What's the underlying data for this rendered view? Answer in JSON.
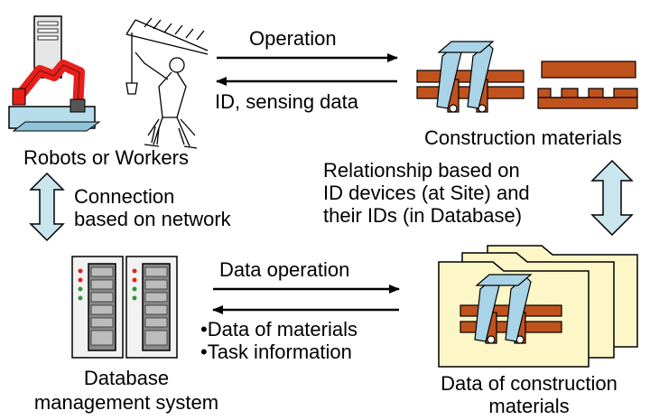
{
  "nodes": {
    "robots": {
      "label": "Robots or Workers"
    },
    "materials": {
      "label": "Construction materials"
    },
    "database": {
      "label_line1": "Database",
      "label_line2": "management system"
    },
    "data_materials": {
      "label_line1": "Data of construction",
      "label_line2": "materials"
    }
  },
  "edges": {
    "operation": "Operation",
    "id_sensing": "ID, sensing data",
    "relationship": [
      "Relationship based on",
      "ID devices (at Site) and",
      "their IDs (in Database)"
    ],
    "connection": [
      "Connection",
      "based on network"
    ],
    "data_operation": "Data operation",
    "data_of_materials": "•Data of materials",
    "task_information": "•Task information"
  },
  "colors": {
    "robot_red": "#e8201c",
    "steel_blue": "#a9d3e6",
    "wood_brown": "#c0521e",
    "folder_yellow": "#fdf6c6",
    "arrow_blue": "#c9e6ee",
    "server_gray": "#9a9a9a"
  }
}
